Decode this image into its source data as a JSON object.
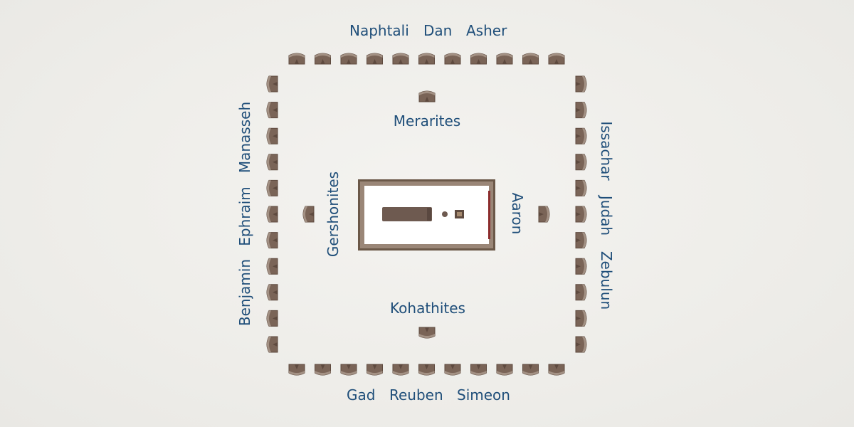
{
  "tribes": {
    "north": [
      "Naphtali",
      "Dan",
      "Asher"
    ],
    "south": [
      "Gad",
      "Reuben",
      "Simeon"
    ],
    "west": [
      "Benjamin",
      "Ephraim",
      "Manasseh"
    ],
    "east": [
      "Issachar",
      "Judah",
      "Zebulun"
    ]
  },
  "levites": {
    "north": "Merarites",
    "west": "Gershonites",
    "east": "Aaron",
    "south": "Kohathites"
  },
  "colors": {
    "label": "#1f4e79",
    "tent": "#7a6457",
    "tent_dark": "#5e4a3f",
    "tabernacle_border": "#6b5848",
    "tabernacle_fill": "#ffffff",
    "background": "#efeeeb"
  },
  "icons": {
    "tent": "tent-icon",
    "tabernacle": "tabernacle-icon",
    "ark": "ark-icon",
    "laver": "laver-icon",
    "altar": "altar-icon"
  }
}
